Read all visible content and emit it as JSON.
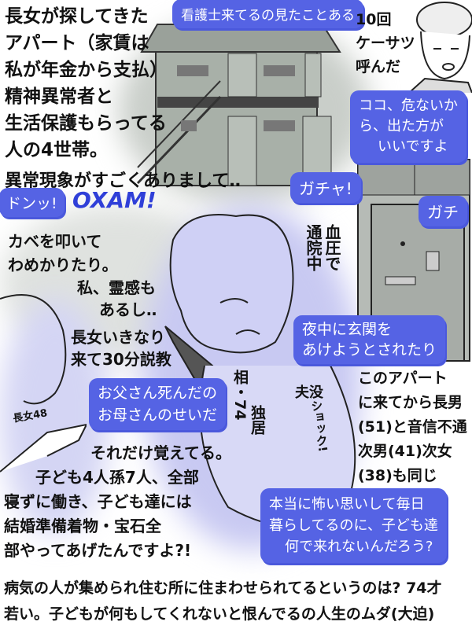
{
  "colors": {
    "bubble": "#5563e4",
    "wash_gray": "#c9cec9",
    "wash_lavender": "#c8c9f2"
  },
  "narration_top": {
    "lines": [
      "長女が探してきた",
      "アパート（家賃は",
      "私が年金から支払）",
      "精神異常者と",
      "生活保護もらってる",
      "人の4世帯。"
    ],
    "strange": "異常現象がすごくありまして‥"
  },
  "bubble_nurse": "看護士来てるの見たことある",
  "police": {
    "lines": [
      "10回",
      "ケーサツ",
      "呼んだ"
    ]
  },
  "bubble_police": {
    "lines": [
      "ココ、危ないか",
      "ら、出た方が",
      "いいですよ"
    ]
  },
  "sfx": {
    "don": "ドンッ!",
    "oxam": "OXAM!",
    "gacha": "ガチャ!",
    "gachi": "ガチ"
  },
  "wall": {
    "lines": [
      "カベを叩いて",
      "わめかりたり。"
    ]
  },
  "blood_pressure": {
    "col1": "血圧で",
    "col2": "通院中"
  },
  "psychic": {
    "lines": [
      "私、霊感も",
      "あるし‥"
    ]
  },
  "lecture": {
    "lines": [
      "長女いきなり",
      "来て30分説教"
    ]
  },
  "bubble_door": {
    "lines": [
      "夜中に玄関を",
      "あけようとされたり"
    ]
  },
  "profile": {
    "col1": "相・74",
    "col2": "独居"
  },
  "husband": {
    "label": "夫没",
    "shock": "ショック!"
  },
  "children_note": {
    "lines": [
      "このアパート",
      "に来てから長男",
      "(51)と音信不通",
      "次男(41)次女",
      "(38)も同じ"
    ]
  },
  "bubble_father": {
    "lines": [
      "お父さん死んだの",
      "お母さんのせいだ"
    ]
  },
  "daughter_label": "長女48",
  "remember": "それだけ覚えてる。",
  "work": {
    "lines": [
      "子ども4人孫7人、全部",
      "寝ずに働き、子ども達には",
      "結婚準備着物・宝石全",
      "部やってあげたんですよ?!"
    ]
  },
  "bubble_fear": {
    "lines": [
      "本当に怖い思いして毎日",
      "暮らしてるのに、子ども達",
      "何で来れないんだろう?"
    ]
  },
  "footer": {
    "lines": [
      "病気の人が集められ住む所に住まわせられてるというのは? 74才",
      "若い。子どもが何もしてくれないと恨んでるの人生のムダ(大迫)"
    ]
  }
}
